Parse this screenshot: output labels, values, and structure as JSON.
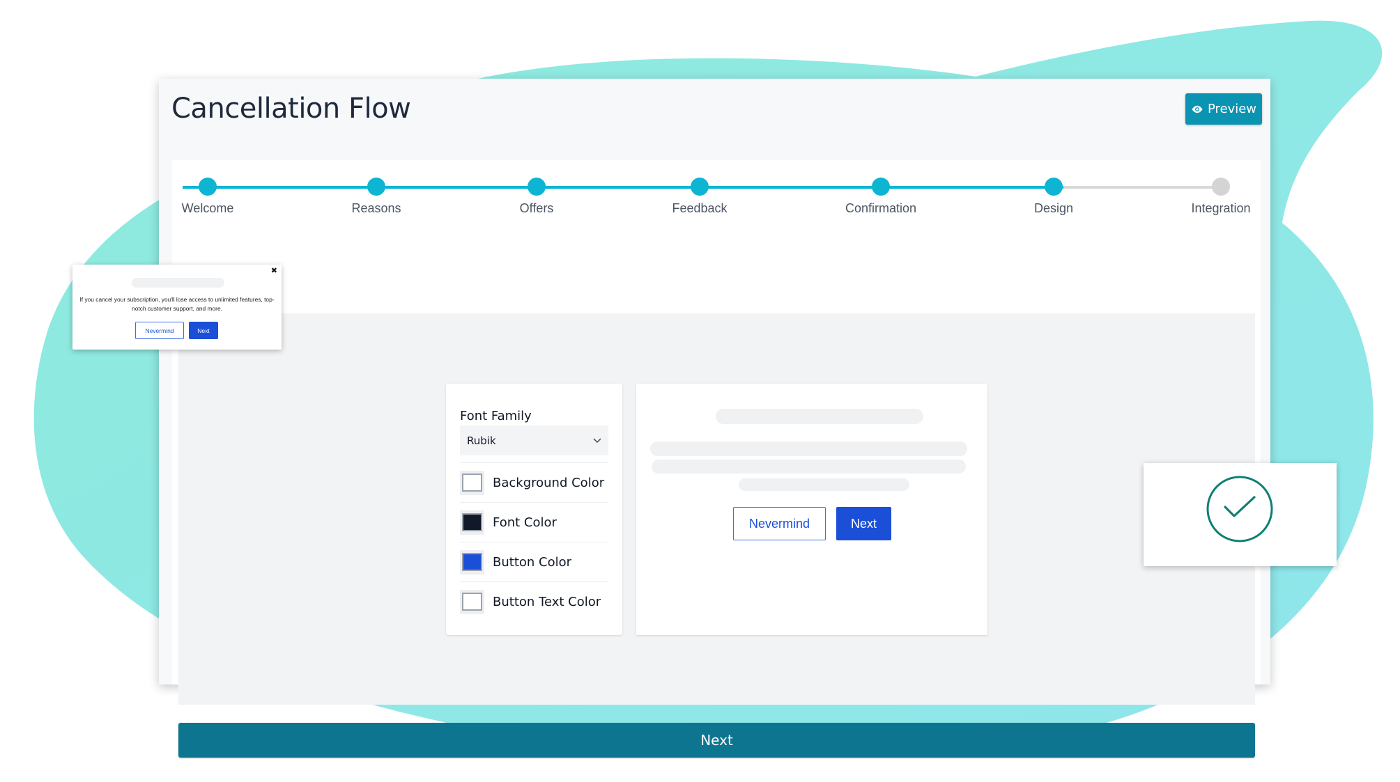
{
  "colors": {
    "blob": "#8fe9e2",
    "accent_teal": "#0db5d3",
    "preview_button": "#0b93b2",
    "next_button": "#0d7590",
    "brand_blue": "#1b4fd8",
    "font_color_swatch": "#111827",
    "check_green": "#0f7f73"
  },
  "header": {
    "title": "Cancellation Flow",
    "preview_button": {
      "label": "Preview",
      "icon": "eye-icon"
    }
  },
  "stepper": {
    "steps": [
      {
        "label": "Welcome",
        "status": "complete"
      },
      {
        "label": "Reasons",
        "status": "complete"
      },
      {
        "label": "Offers",
        "status": "complete"
      },
      {
        "label": "Feedback",
        "status": "complete"
      },
      {
        "label": "Confirmation",
        "status": "complete"
      },
      {
        "label": "Design",
        "status": "current"
      },
      {
        "label": "Integration",
        "status": "incomplete"
      }
    ]
  },
  "design_settings": {
    "font_family": {
      "label": "Font Family",
      "value": "Rubik"
    },
    "colors": [
      {
        "label": "Background Color",
        "swatch": "#ffffff"
      },
      {
        "label": "Font Color",
        "swatch": "#111827"
      },
      {
        "label": "Button Color",
        "swatch": "#1b4fd8"
      },
      {
        "label": "Button Text Color",
        "swatch": "#ffffff"
      }
    ]
  },
  "preview": {
    "secondary_button": "Nevermind",
    "primary_button": "Next"
  },
  "popup": {
    "close_icon": "close-icon",
    "message": "If you cancel your subscription, you'll lose access to unlimited features, top-notch customer support, and more.",
    "secondary_button": "Nevermind",
    "primary_button": "Next"
  },
  "footer": {
    "next_button": "Next"
  },
  "success_card": {
    "icon": "check-circle-icon"
  }
}
